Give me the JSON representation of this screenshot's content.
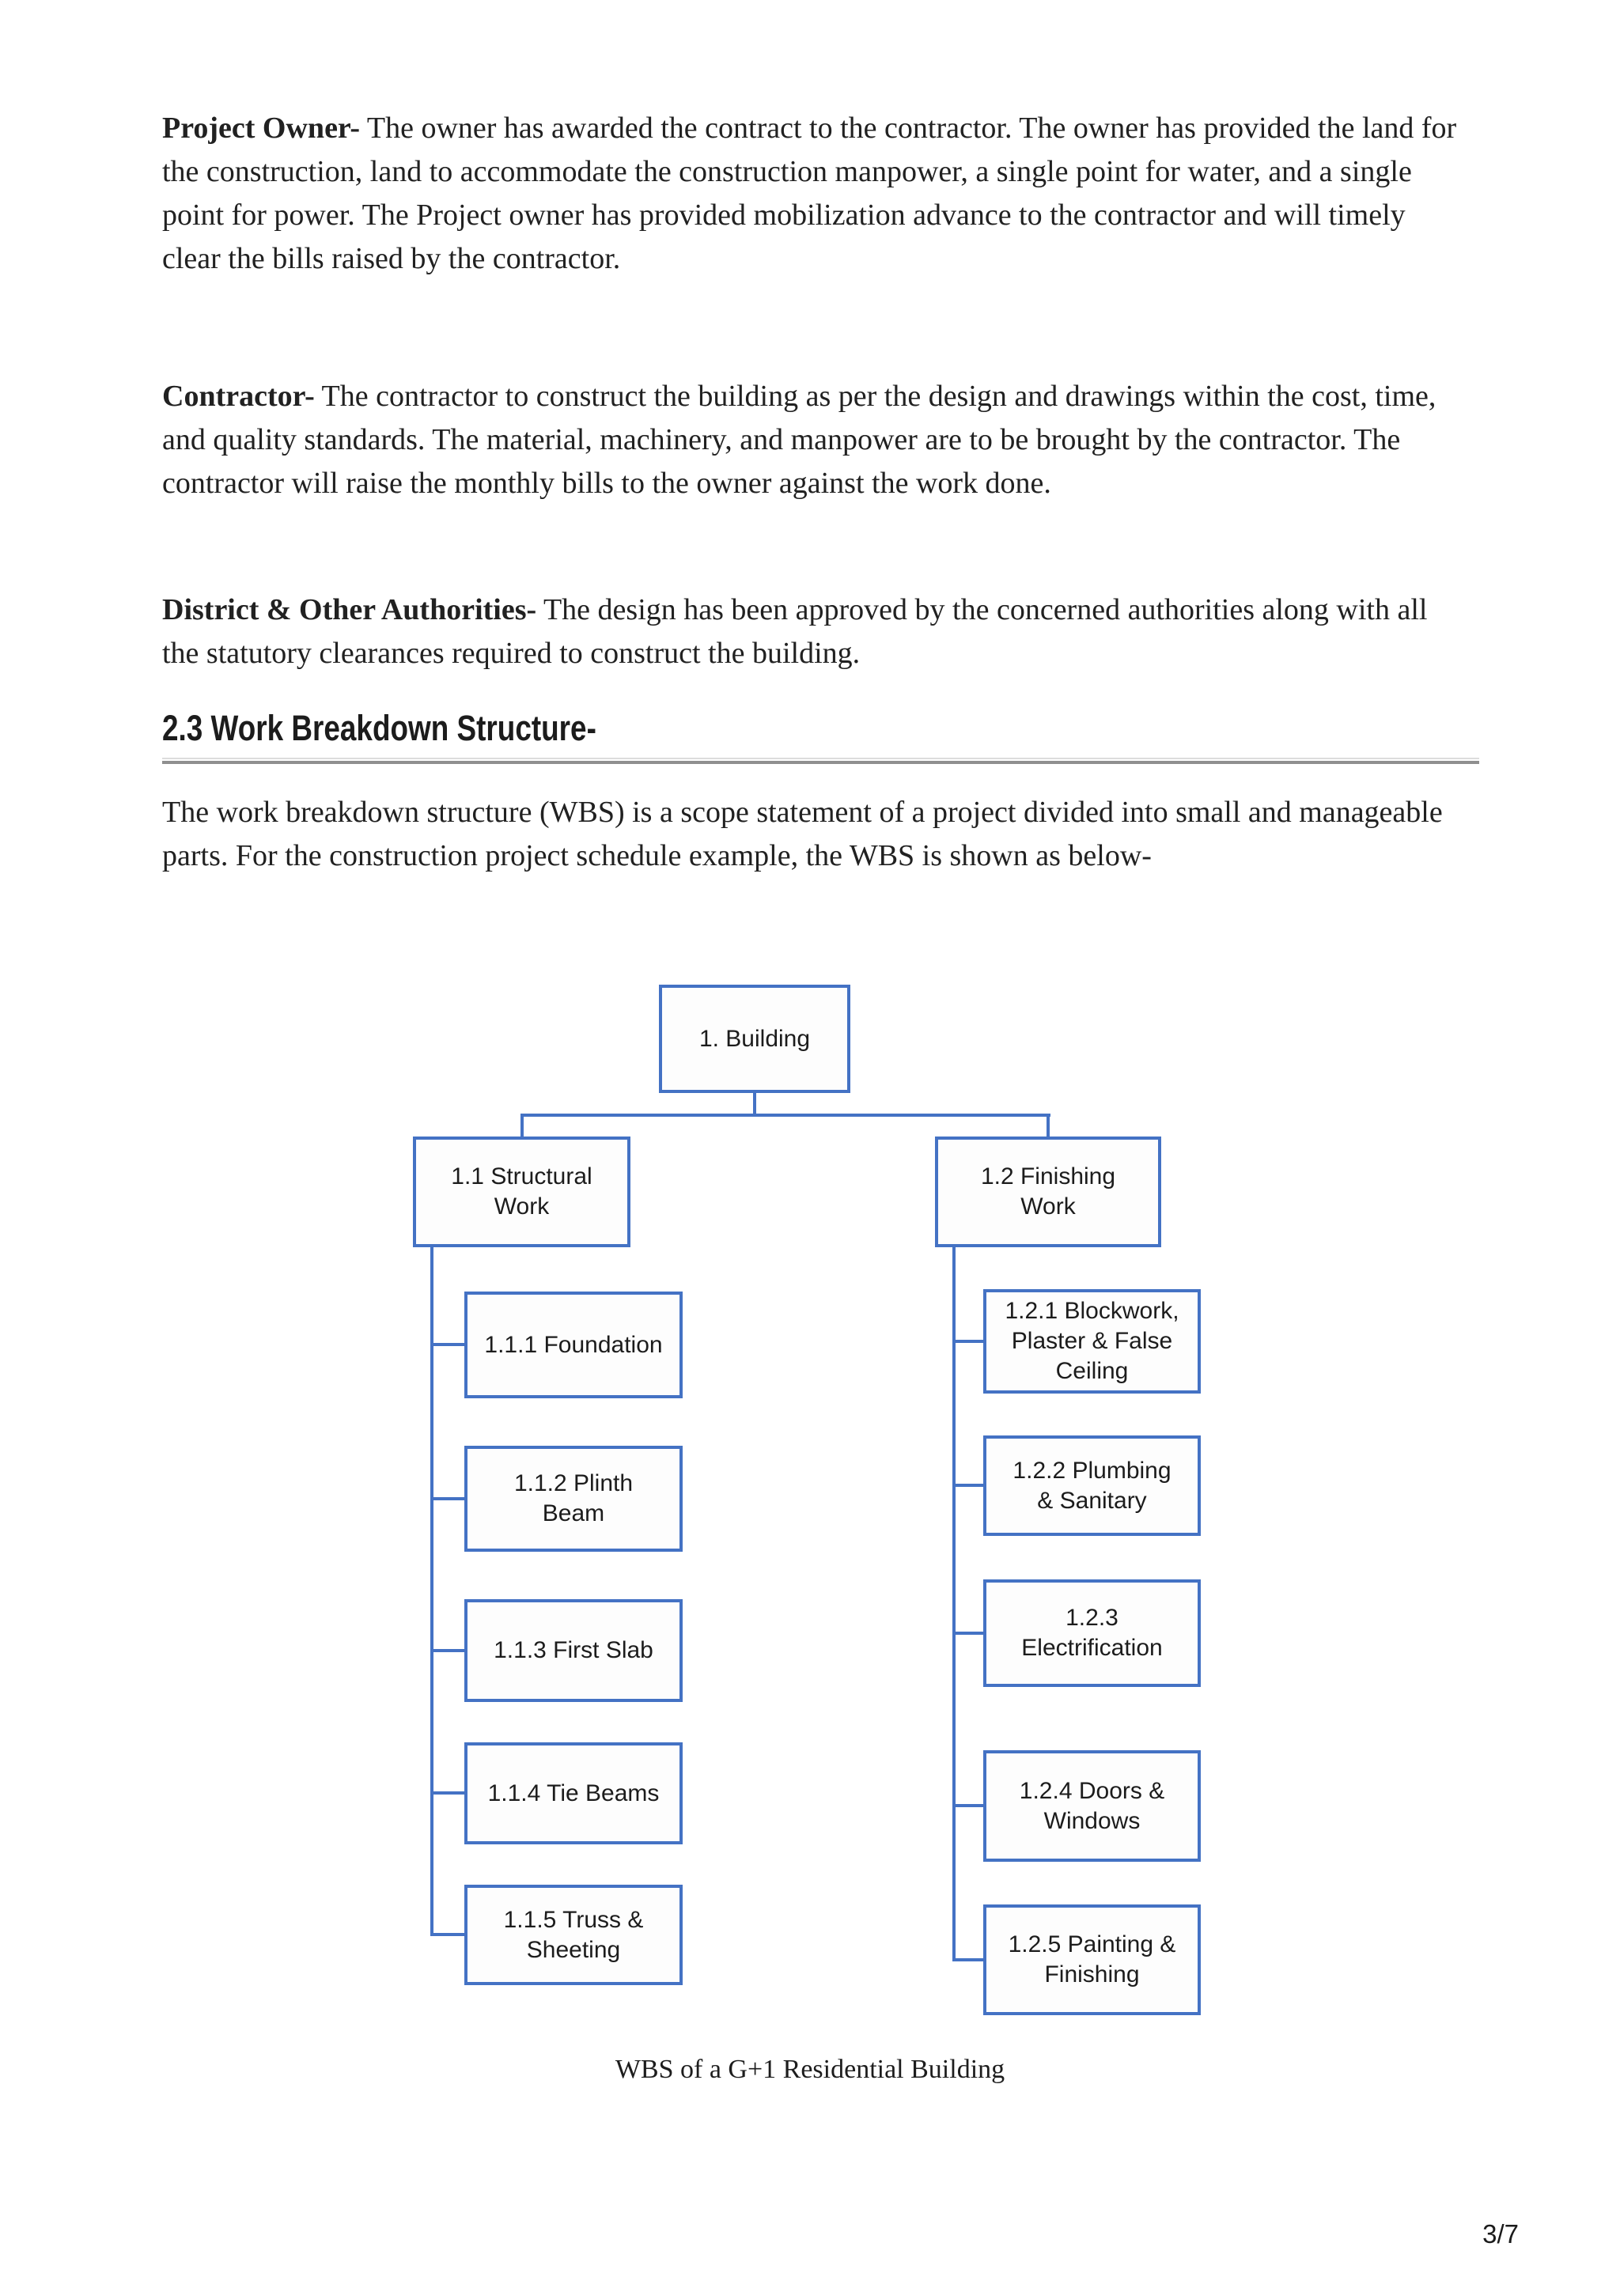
{
  "page": {
    "page_number": "3/7"
  },
  "paragraphs": [
    {
      "lead": "Project Owner-",
      "body": " The owner has awarded the contract to the contractor. The owner has provided the land for the construction, land to accommodate the construction manpower, a single point for water, and a single point for power. The Project owner has provided mobilization advance to the contractor and will timely clear the bills raised by the contractor."
    },
    {
      "lead": "Contractor-",
      "body": " The contractor to construct the building as per the design and drawings within the cost, time, and quality standards. The material, machinery, and manpower are to be brought by the contractor. The contractor will raise the monthly bills to the owner against the work done."
    },
    {
      "lead": "District & Other Authorities-",
      "body": " The design has been approved by the concerned authorities along with all the statutory clearances required to construct the building."
    }
  ],
  "section": {
    "heading": "2.3 Work Breakdown Structure-",
    "intro": "The work breakdown structure (WBS) is a scope statement of a project divided into small and manageable parts. For the construction project schedule example, the WBS is shown as below-"
  },
  "diagram": {
    "type": "hierarchy",
    "root": {
      "label": "1. Building"
    },
    "branches": [
      {
        "label": "1.1 Structural\nWork",
        "children": [
          "1.1.1 Foundation",
          "1.1.2 Plinth\nBeam",
          "1.1.3 First Slab",
          "1.1.4 Tie Beams",
          "1.1.5 Truss &\nSheeting"
        ]
      },
      {
        "label": "1.2 Finishing\nWork",
        "children": [
          "1.2.1 Blockwork,\nPlaster & False\nCeiling",
          "1.2.2 Plumbing\n& Sanitary",
          "1.2.3\nElectrification",
          "1.2.4 Doors &\nWindows",
          "1.2.5 Painting &\nFinishing"
        ]
      }
    ],
    "caption": "WBS of a G+1 Residential Building",
    "colors": {
      "box_border": "#4472C4",
      "box_fill": "#fdfdfd",
      "connector": "#4472C4",
      "rule_gray": "#8f8f8f"
    }
  }
}
